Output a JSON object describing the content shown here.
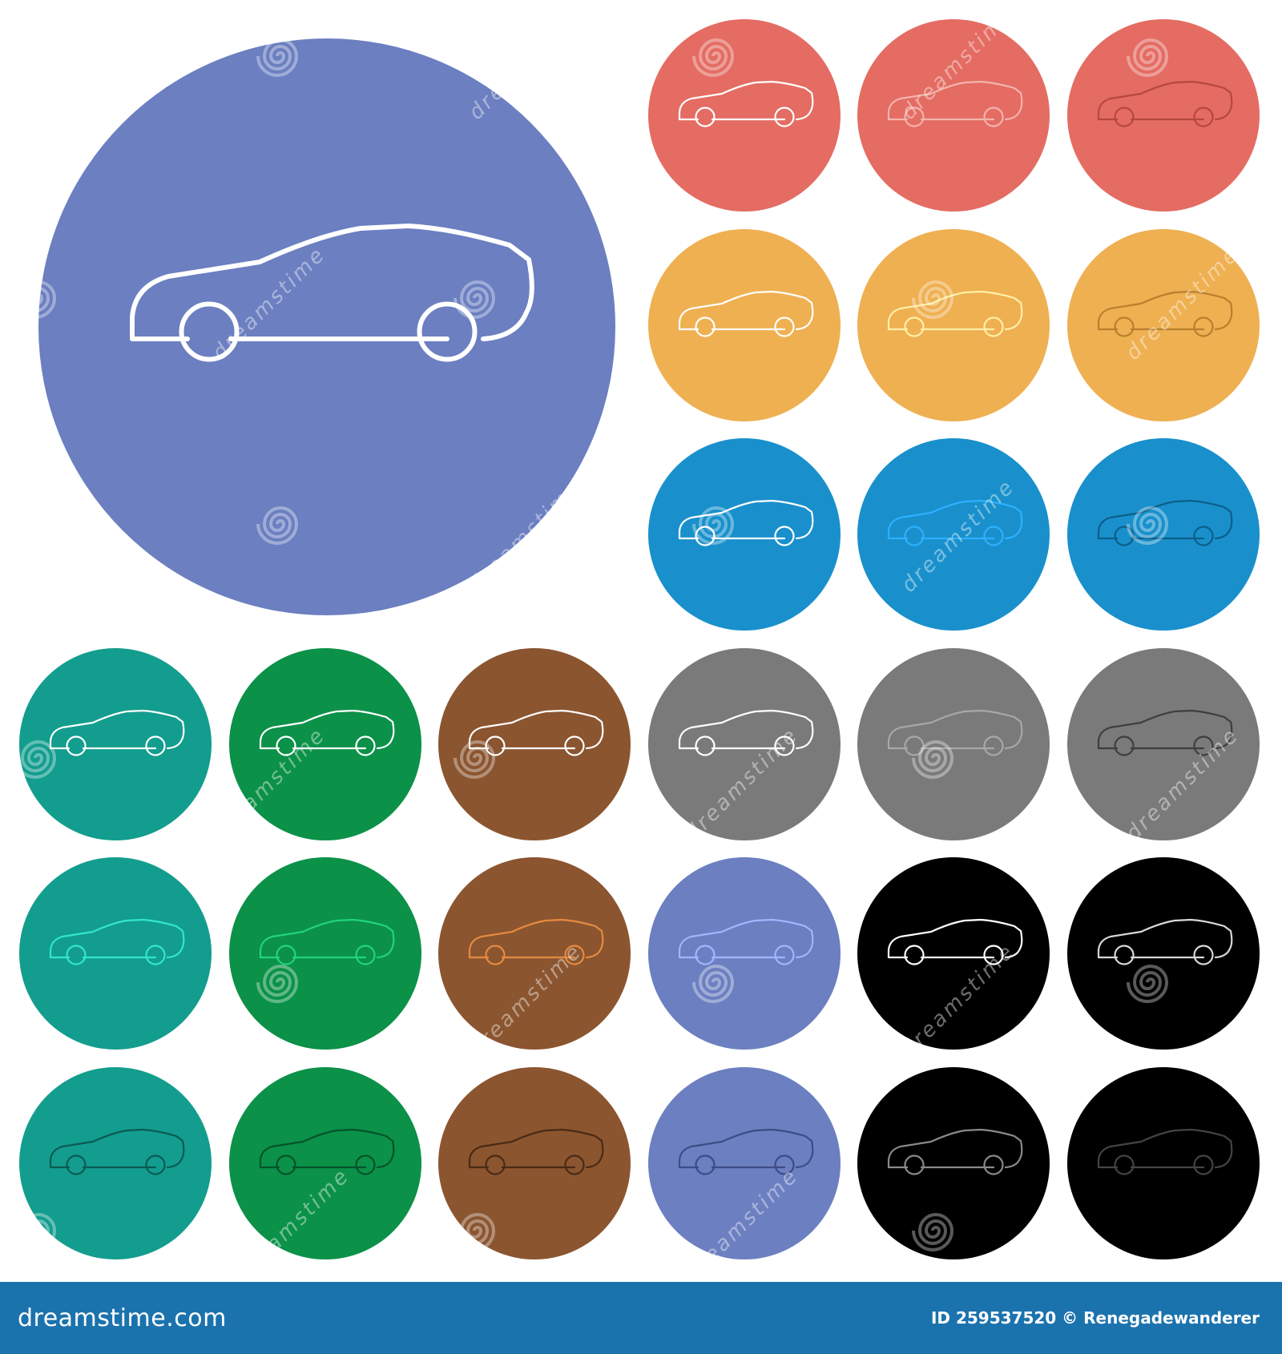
{
  "icon": "car-side-outline-icon",
  "palette": {
    "blue": "#6b7fc1",
    "red": "#e46c63",
    "orange": "#efb052",
    "sky": "#1990cc",
    "teal": "#139d8e",
    "green": "#0b9148",
    "brown": "#8b5530",
    "gray": "#7a7a7a",
    "black": "#000000"
  },
  "tiles": [
    {
      "bg": "blue",
      "stroke": "#ffffff",
      "large": true
    },
    {
      "bg": "red",
      "stroke": "#ffffff"
    },
    {
      "bg": "red",
      "stroke": "#f3b3ad"
    },
    {
      "bg": "red",
      "stroke": "#b54840"
    },
    {
      "bg": "orange",
      "stroke": "#ffffff"
    },
    {
      "bg": "orange",
      "stroke": "#fff0a8"
    },
    {
      "bg": "orange",
      "stroke": "#b97f2d"
    },
    {
      "bg": "sky",
      "stroke": "#ffffff"
    },
    {
      "bg": "sky",
      "stroke": "#2db0ff"
    },
    {
      "bg": "sky",
      "stroke": "#0d5e8a"
    },
    {
      "bg": "teal",
      "stroke": "#ffffff"
    },
    {
      "bg": "green",
      "stroke": "#ffffff"
    },
    {
      "bg": "brown",
      "stroke": "#ffffff"
    },
    {
      "bg": "gray",
      "stroke": "#ffffff"
    },
    {
      "bg": "gray",
      "stroke": "#a8a8a8"
    },
    {
      "bg": "gray",
      "stroke": "#3e3e3e"
    },
    {
      "bg": "teal",
      "stroke": "#33e6c9"
    },
    {
      "bg": "green",
      "stroke": "#22d47a"
    },
    {
      "bg": "brown",
      "stroke": "#e68a3f"
    },
    {
      "bg": "blue",
      "stroke": "#9fb6ff"
    },
    {
      "bg": "black",
      "stroke": "#ffffff"
    },
    {
      "bg": "black",
      "stroke": "#d8d8d8"
    },
    {
      "bg": "teal",
      "stroke": "#0b5a52"
    },
    {
      "bg": "green",
      "stroke": "#05532a"
    },
    {
      "bg": "brown",
      "stroke": "#4a2a14"
    },
    {
      "bg": "blue",
      "stroke": "#3e4c85"
    },
    {
      "bg": "black",
      "stroke": "#8a8a8a"
    },
    {
      "bg": "black",
      "stroke": "#444444"
    }
  ],
  "watermark": {
    "text": "dreamstime"
  },
  "footer": {
    "brand": "dreamstime.com",
    "credit": "ID 259537520 © Renegadewanderer"
  }
}
